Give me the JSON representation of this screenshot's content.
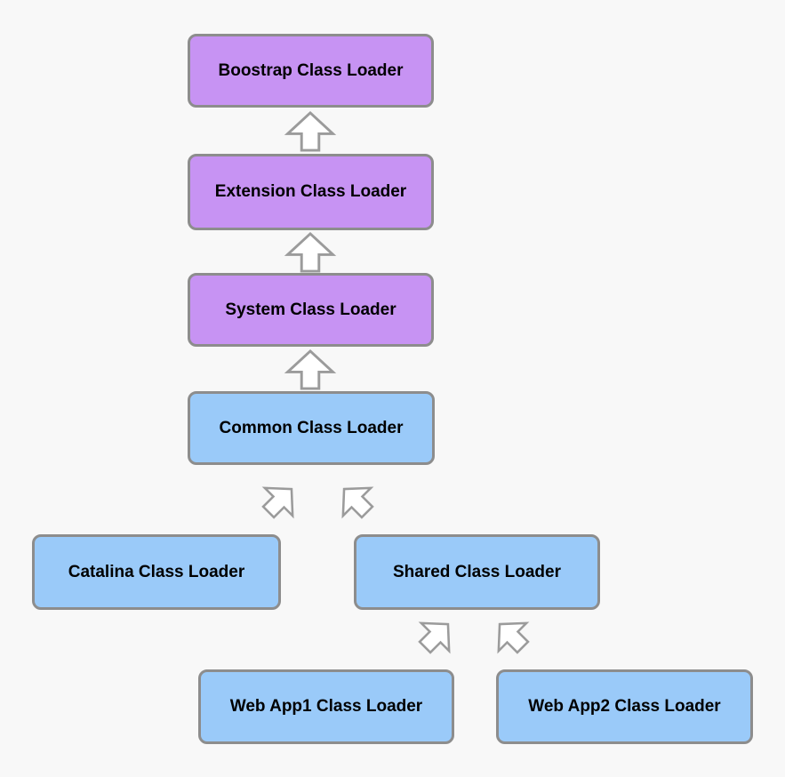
{
  "title": "Tomcat class loader hierarchy diagram",
  "colors": {
    "jvm_loader_fill": "#c793f3",
    "tomcat_loader_fill": "#9acaf9",
    "box_border": "#8d8d8d",
    "arrow_stroke": "#9b9b9b",
    "arrow_fill": "#ffffff",
    "text": "#000000",
    "background": "#f8f8f8"
  },
  "diagram": {
    "nodes": [
      {
        "id": "bootstrap",
        "label": "Boostrap Class Loader",
        "group": "jvm"
      },
      {
        "id": "extension",
        "label": "Extension Class Loader",
        "group": "jvm"
      },
      {
        "id": "system",
        "label": "System Class Loader",
        "group": "jvm"
      },
      {
        "id": "common",
        "label": "Common Class Loader",
        "group": "tomcat"
      },
      {
        "id": "catalina",
        "label": "Catalina Class Loader",
        "group": "tomcat"
      },
      {
        "id": "shared",
        "label": "Shared Class Loader",
        "group": "tomcat"
      },
      {
        "id": "webapp1",
        "label": "Web App1 Class Loader",
        "group": "tomcat"
      },
      {
        "id": "webapp2",
        "label": "Web App2 Class Loader",
        "group": "tomcat"
      }
    ],
    "edges": [
      {
        "from": "Extension Class Loader",
        "to": "Boostrap Class Loader",
        "direction": "up"
      },
      {
        "from": "System Class Loader",
        "to": "Extension Class Loader",
        "direction": "up"
      },
      {
        "from": "Common Class Loader",
        "to": "System Class Loader",
        "direction": "up"
      },
      {
        "from": "Catalina Class Loader",
        "to": "Common Class Loader",
        "direction": "up-right"
      },
      {
        "from": "Shared Class Loader",
        "to": "Common Class Loader",
        "direction": "up-left"
      },
      {
        "from": "Web App1 Class Loader",
        "to": "Shared Class Loader",
        "direction": "up-right"
      },
      {
        "from": "Web App2 Class Loader",
        "to": "Shared Class Loader",
        "direction": "up-left"
      }
    ]
  }
}
